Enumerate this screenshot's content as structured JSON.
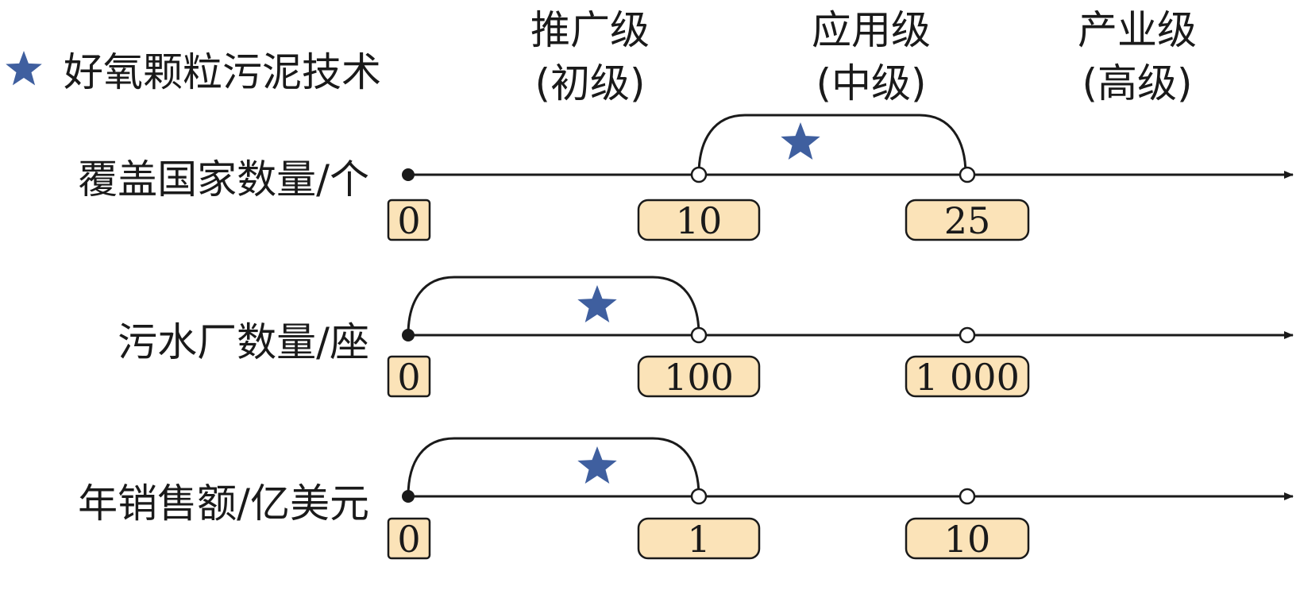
{
  "legend": {
    "icon": "star-icon",
    "color": "#3f5f9f",
    "label": "好氧颗粒污泥技术"
  },
  "stages": [
    {
      "title": "推广级",
      "subtitle": "(初级)"
    },
    {
      "title": "应用级",
      "subtitle": "(中级)"
    },
    {
      "title": "产业级",
      "subtitle": "(高级)"
    }
  ],
  "rows": [
    {
      "label": "覆盖国家数量/个",
      "ticks": [
        "0",
        "10",
        "25"
      ],
      "star_stage": 2
    },
    {
      "label": "污水厂数量/座",
      "ticks": [
        "0",
        "100",
        "1 000"
      ],
      "star_stage": 1
    },
    {
      "label": "年销售额/亿美元",
      "ticks": [
        "0",
        "1",
        "10"
      ],
      "star_stage": 1
    }
  ],
  "colors": {
    "tick_box": "#fbe3b8",
    "divider": "#7a7575",
    "star": "#3f5f9f"
  }
}
